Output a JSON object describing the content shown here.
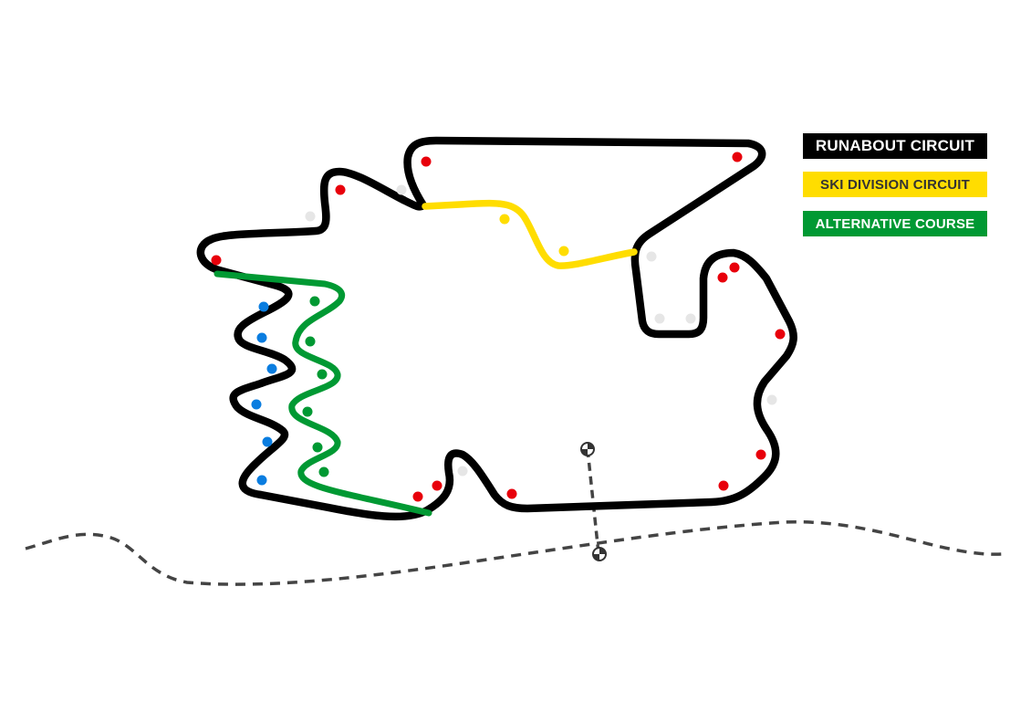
{
  "legend": [
    {
      "label": "RUNABOUT CIRCUIT",
      "bg": "#000000",
      "fg": "#ffffff"
    },
    {
      "label": "SKI DIVISION CIRCUIT",
      "bg": "#ffdd00",
      "fg": "#333333"
    },
    {
      "label": "ALTERNATIVE COURSE",
      "bg": "#009933",
      "fg": "#ffffff"
    }
  ],
  "colors": {
    "main_course": "#000000",
    "ski_division": "#ffdd00",
    "alternative": "#009933",
    "red_buoy": "#e8000b",
    "grey_buoy": "#e6e6e6",
    "blue_buoy": "#0a7de0",
    "green_buoy": "#009933",
    "shoreline": "#444444"
  },
  "icons": {
    "start_marker": "checkered-flag-marker-icon",
    "finish_marker": "checkered-flag-marker-icon"
  }
}
